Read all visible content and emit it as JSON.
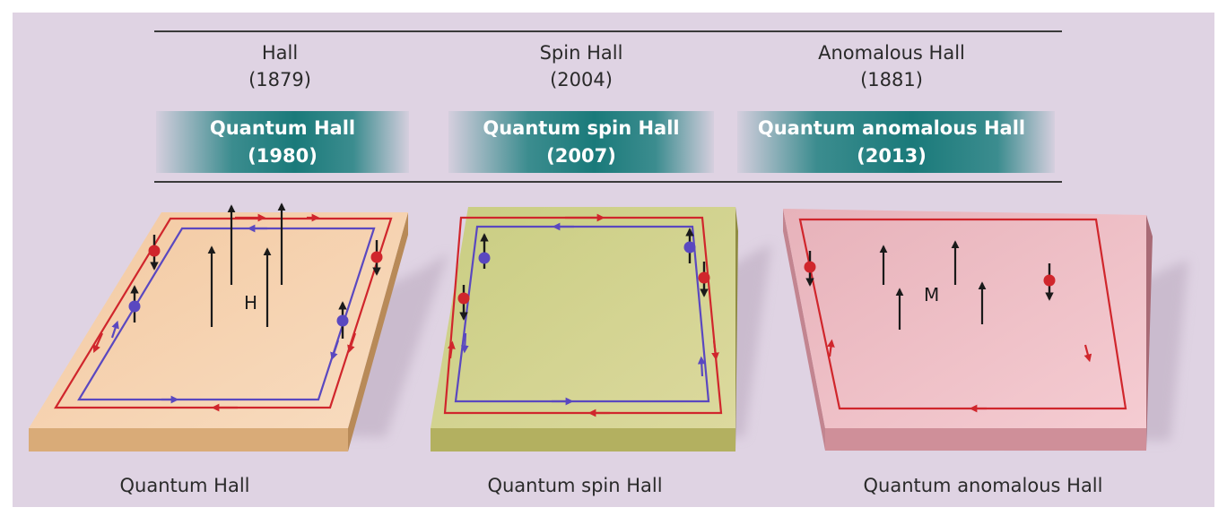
{
  "top_effects": [
    {
      "name": "Hall",
      "year": "(1879)"
    },
    {
      "name": "Spin Hall",
      "year": "(2004)"
    },
    {
      "name": "Anomalous Hall",
      "year": "(1881)"
    }
  ],
  "quantum_effects": [
    {
      "name": "Quantum Hall",
      "year": "(1980)"
    },
    {
      "name": "Quantum spin Hall",
      "year": "(2007)"
    },
    {
      "name": "Quantum anomalous Hall",
      "year": "(2013)"
    }
  ],
  "panels": [
    {
      "field_label": "H",
      "caption": "Quantum Hall"
    },
    {
      "caption": "Quantum spin Hall"
    },
    {
      "field_label": "M",
      "caption": "Quantum anomalous Hall"
    }
  ],
  "colors": {
    "background": "#dfd3e3",
    "band_teal": "#1f8080",
    "edge_red": "#d0262c",
    "edge_blue": "#5a48c0",
    "slab_quantum_hall": "#f5cfa6",
    "slab_spin_hall": "#d6d38e",
    "slab_anomalous_hall": "#f1c2c8"
  }
}
